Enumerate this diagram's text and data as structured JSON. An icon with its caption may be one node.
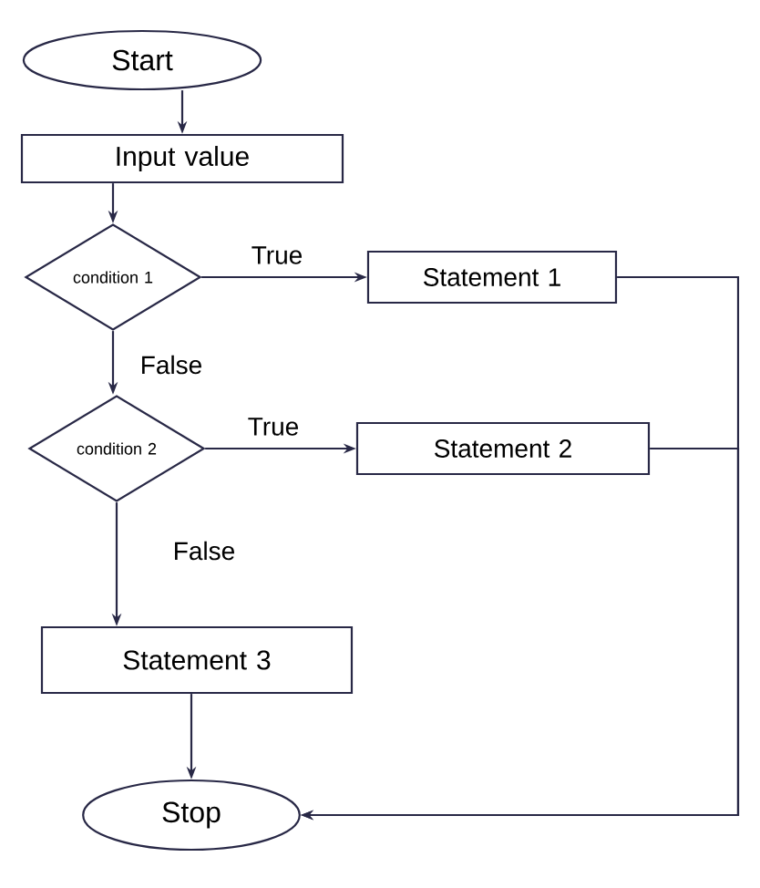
{
  "diagram": {
    "nodes": [
      {
        "text": [
          "Start"
        ]
      },
      {
        "text": [
          "Input value"
        ]
      },
      {
        "text": [
          "condition 1"
        ]
      },
      {
        "text": [
          "Statement 1"
        ]
      },
      {
        "text": [
          "condition 2"
        ]
      },
      {
        "text": [
          "Statement 2"
        ]
      },
      {
        "text": [
          "Statement 3"
        ]
      },
      {
        "text": [
          "Stop"
        ]
      }
    ],
    "edges": [
      {
        "from": 0,
        "to": 1,
        "arrow": "to"
      },
      {
        "from": 1,
        "to": 2,
        "arrow": "to"
      },
      {
        "from": 2,
        "to": 3,
        "arrow": "to",
        "label": "True"
      },
      {
        "from": 2,
        "to": 4,
        "arrow": "to",
        "label": "False"
      },
      {
        "from": 4,
        "to": 5,
        "arrow": "to",
        "label": "True"
      },
      {
        "from": 4,
        "to": 6,
        "arrow": "to",
        "label": "False"
      },
      {
        "from": 6,
        "to": 7,
        "arrow": "to"
      },
      {
        "from": 3,
        "to": 7,
        "arrow": "to"
      },
      {
        "from": 5,
        "to": 7,
        "arrow": "to"
      }
    ]
  }
}
